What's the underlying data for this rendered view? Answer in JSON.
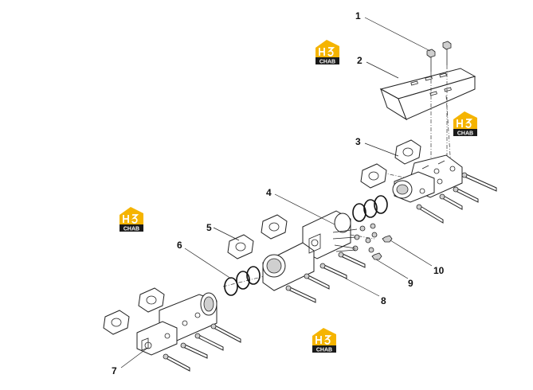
{
  "watermark": {
    "text": "CHAB",
    "mark_accent": "#f5b400",
    "bar_color": "#1a1a1a"
  },
  "callouts": [
    "1",
    "2",
    "3",
    "4",
    "5",
    "6",
    "7",
    "8",
    "9",
    "10"
  ]
}
